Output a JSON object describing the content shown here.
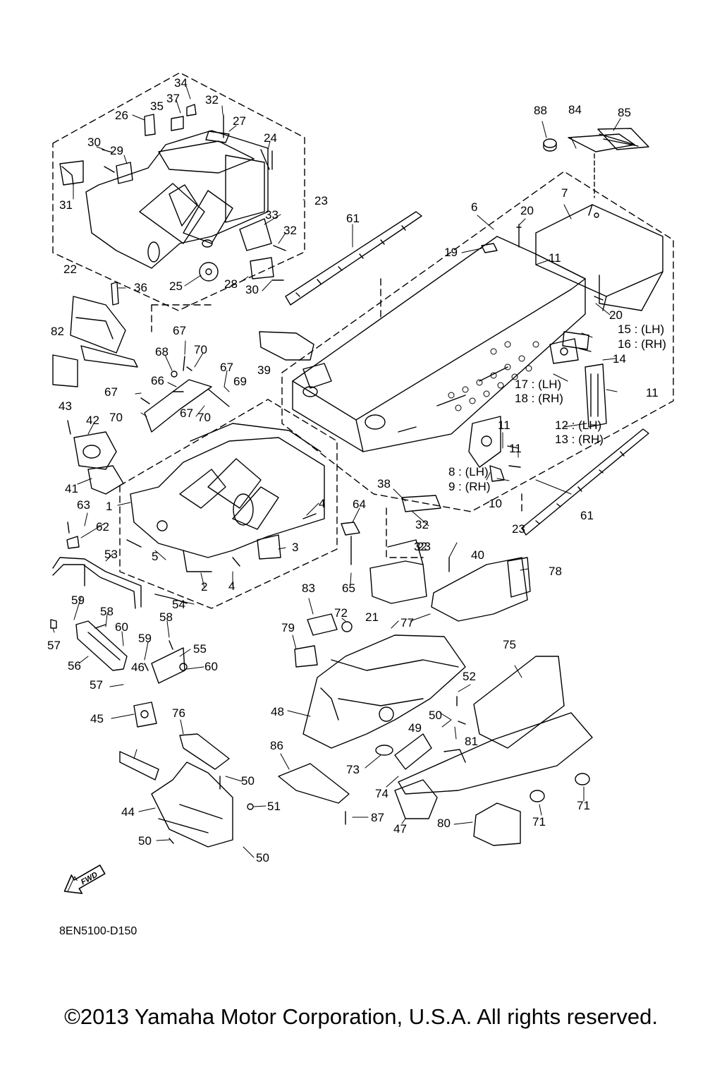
{
  "diagram": {
    "drawing_code": "8EN5100-D150",
    "copyright": "©2013 Yamaha Motor Corporation, U.S.A. All rights reserved.",
    "fwd_badge": "FWD",
    "labels": [
      "1",
      "2",
      "3",
      "4",
      "4",
      "5",
      "6",
      "7",
      "8 : (LH)",
      "9 : (RH)",
      "10",
      "11",
      "11",
      "11",
      "11",
      "12 : (LH)",
      "13 : (RH)",
      "14",
      "15 : (LH)",
      "16 : (RH)",
      "17 : (LH)",
      "18 : (RH)",
      "19",
      "20",
      "20",
      "21",
      "22",
      "23",
      "23",
      "23",
      "24",
      "25",
      "26",
      "27",
      "28",
      "29",
      "30",
      "30",
      "31",
      "32",
      "32",
      "32",
      "32",
      "33",
      "34",
      "35",
      "36",
      "37",
      "38",
      "39",
      "40",
      "41",
      "42",
      "43",
      "44",
      "45",
      "46",
      "47",
      "48",
      "49",
      "50",
      "50",
      "50",
      "50",
      "51",
      "52",
      "53",
      "54",
      "55",
      "56",
      "57",
      "57",
      "58",
      "58",
      "59",
      "59",
      "60",
      "60",
      "61",
      "61",
      "62",
      "63",
      "64",
      "65",
      "66",
      "67",
      "67",
      "67",
      "67",
      "68",
      "69",
      "70",
      "70",
      "70",
      "71",
      "71",
      "72",
      "73",
      "74",
      "75",
      "76",
      "77",
      "78",
      "79",
      "80",
      "81",
      "82",
      "83",
      "84",
      "85",
      "86",
      "87",
      "88"
    ]
  }
}
